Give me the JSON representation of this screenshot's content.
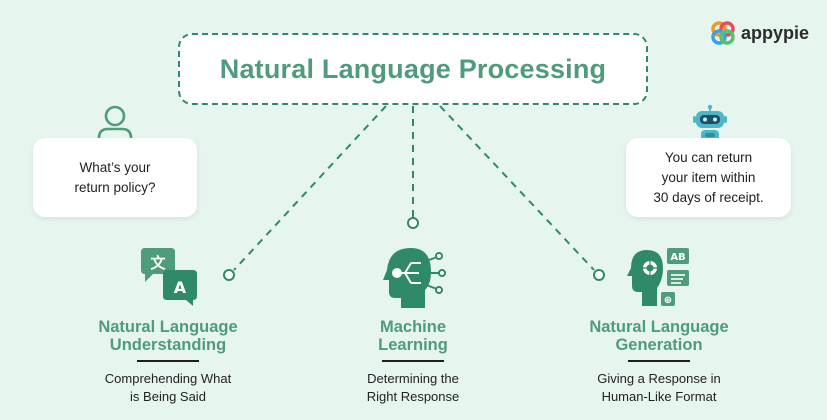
{
  "title": "Natural Language Processing",
  "brand": {
    "name": "appypie",
    "logo_icon": "appypie-logo-icon"
  },
  "user_bubble": {
    "icon": "user-icon",
    "lines": [
      "What’s your",
      "return policy?"
    ]
  },
  "bot_bubble": {
    "icon": "robot-icon",
    "lines": [
      "You can return",
      "your item within",
      "30 days of receipt."
    ]
  },
  "columns": [
    {
      "icon": "translate-icon",
      "title_lines": [
        "Natural Language",
        "Understanding"
      ],
      "desc_lines": [
        "Comprehending What",
        "is Being Said"
      ],
      "glyphs": [
        "文",
        "A"
      ]
    },
    {
      "icon": "brain-circuit-icon",
      "title_lines": [
        "Machine",
        "Learning"
      ],
      "desc_lines": [
        "Determining the",
        "Right Response"
      ]
    },
    {
      "icon": "text-generation-icon",
      "title_lines": [
        "Natural Language",
        "Generation"
      ],
      "desc_lines": [
        "Giving a Response in",
        "Human-Like Format"
      ],
      "glyphs": [
        "AB"
      ]
    }
  ],
  "colors": {
    "accent": "#4e9c7b",
    "dark_green": "#2f8a69",
    "background": "#e7f5ef",
    "robot": "#4fb6c9"
  }
}
